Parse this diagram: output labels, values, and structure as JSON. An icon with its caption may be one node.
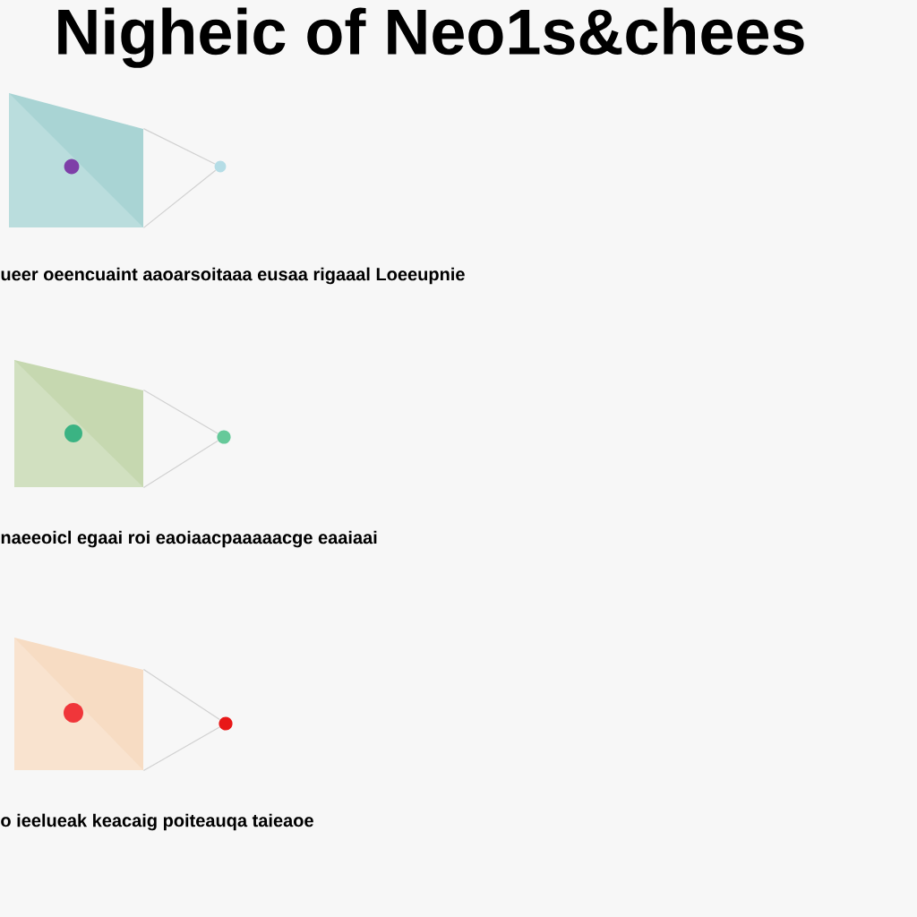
{
  "diagram": {
    "title": "Nigheic of Neo1s&chees",
    "nodes": [
      {
        "text": [],
        "shape": "box"
      },
      {
        "text": [],
        "shape": "circle",
        "in": 0
      },
      {
        "text": [],
        "shape": "circle"
      },
      {
        "text": [],
        "shape": "box"
      },
      {
        "text": [],
        "shape": "circle",
        "in": 3
      },
      {
        "text": [],
        "shape": "circle"
      },
      {
        "text": [],
        "shape": "box"
      },
      {
        "text": [],
        "shape": "circle",
        "in": 6
      },
      {
        "text": [],
        "shape": "circle"
      }
    ],
    "edges": [
      {
        "from": 0,
        "to": 2,
        "arrow": "none"
      },
      {
        "from": 0,
        "to": 2,
        "arrow": "none"
      },
      {
        "from": 3,
        "to": 5,
        "arrow": "none"
      },
      {
        "from": 3,
        "to": 5,
        "arrow": "none"
      },
      {
        "from": 6,
        "to": 8,
        "arrow": "none"
      },
      {
        "from": 6,
        "to": 8,
        "arrow": "none"
      }
    ],
    "labels": [
      "ueer oeencuaint aaoarsoitaaa eusaa rigaaal Loeeupnie",
      "naeeoicl egaai roi eaoiaacpaaaaacge eaaiaai",
      "o ieelueak keacaig poiteauqa taieaoe"
    ]
  }
}
